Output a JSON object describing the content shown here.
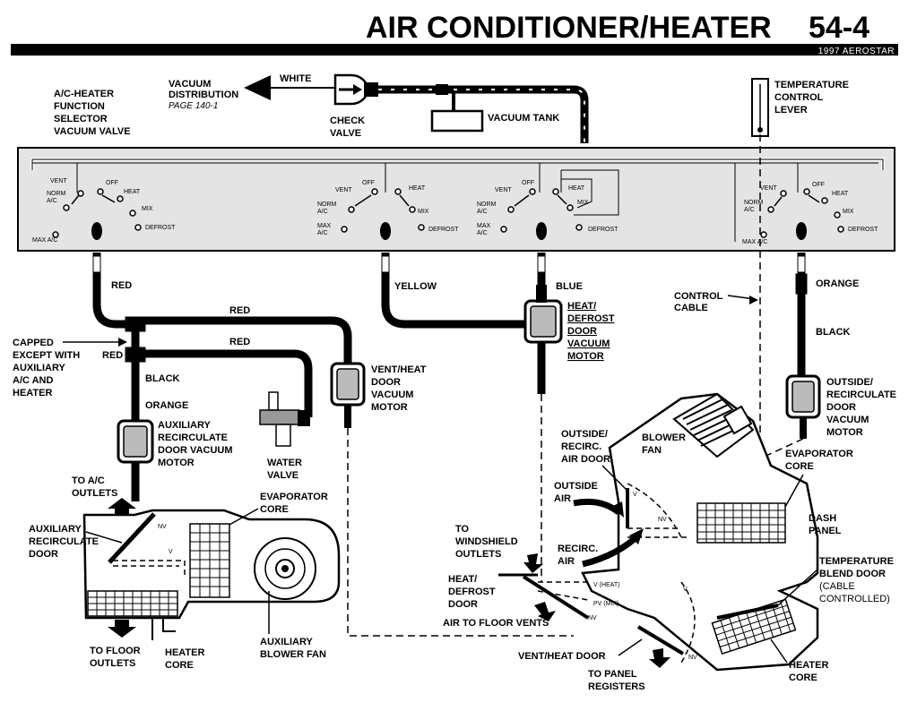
{
  "header": {
    "title": "AIR CONDITIONER/HEATER",
    "page_number": "54-4",
    "subtitle": "1997 AEROSTAR"
  },
  "labels": {
    "selector_valve": [
      "A/C-HEATER",
      "FUNCTION",
      "SELECTOR",
      "VACUUM VALVE"
    ],
    "vacuum_distribution": [
      "VACUUM",
      "DISTRIBUTION"
    ],
    "vacuum_distribution_page": "PAGE 140-1",
    "white": "WHITE",
    "check_valve": [
      "CHECK",
      "VALVE"
    ],
    "vacuum_tank": "VACUUM TANK",
    "temp_lever": [
      "TEMPERATURE",
      "CONTROL",
      "LEVER"
    ],
    "red_1": "RED",
    "red_2": "RED",
    "red_3": "RED",
    "red_4": "RED",
    "yellow": "YELLOW",
    "blue": "BLUE",
    "orange_1": "ORANGE",
    "orange_2": "ORANGE",
    "black_1": "BLACK",
    "black_2": "BLACK",
    "control_cable": [
      "CONTROL",
      "CABLE"
    ],
    "capped": [
      "CAPPED",
      "EXCEPT WITH",
      "AUXILIARY",
      "A/C AND",
      "HEATER"
    ],
    "heat_defrost_motor": [
      "HEAT/",
      "DEFROST",
      "DOOR",
      "VACUUM",
      "MOTOR"
    ],
    "vent_heat_motor": [
      "VENT/HEAT",
      "DOOR",
      "VACUUM",
      "MOTOR"
    ],
    "outside_recirc_motor": [
      "OUTSIDE/",
      "RECIRCULATE",
      "DOOR",
      "VACUUM",
      "MOTOR"
    ],
    "aux_recirc_motor": [
      "AUXILIARY",
      "RECIRCULATE",
      "DOOR VACUUM",
      "MOTOR"
    ],
    "water_valve": [
      "WATER",
      "VALVE"
    ],
    "to_ac_outlets": [
      "TO A/C",
      "OUTLETS"
    ],
    "evap_core_aux": [
      "EVAPORATOR",
      "CORE"
    ],
    "aux_recirc_door": [
      "AUXILIARY",
      "RECIRCULATE",
      "DOOR"
    ],
    "to_floor_outlets": [
      "TO FLOOR",
      "OUTLETS"
    ],
    "heater_core_aux": [
      "HEATER",
      "CORE"
    ],
    "aux_blower_fan": [
      "AUXILIARY",
      "BLOWER FAN"
    ],
    "outside_recirc_door": [
      "OUTSIDE/",
      "RECIRC.",
      "AIR DOOR"
    ],
    "blower_fan": [
      "BLOWER",
      "FAN"
    ],
    "evap_core_main": [
      "EVAPORATOR",
      "CORE"
    ],
    "outside_air": [
      "OUTSIDE",
      "AIR"
    ],
    "to_windshield": [
      "TO",
      "WINDSHIELD",
      "OUTLETS"
    ],
    "recirc_air": [
      "RECIRC.",
      "AIR"
    ],
    "dash_panel": [
      "DASH",
      "PANEL"
    ],
    "temp_blend_door": [
      "TEMPERATURE",
      "BLEND DOOR"
    ],
    "cable_controlled": [
      "(CABLE",
      "CONTROLLED)"
    ],
    "heat_defrost_door": [
      "HEAT/",
      "DEFROST",
      "DOOR"
    ],
    "air_to_floor": "AIR TO FLOOR VENTS",
    "vent_heat_door": "VENT/HEAT DOOR",
    "to_panel": [
      "TO PANEL",
      "REGISTERS"
    ],
    "heater_core_main": [
      "HEATER",
      "CORE"
    ],
    "v_heat": "V (HEAT)",
    "pv_mix": "PV (MIX)",
    "nv": "NV",
    "v": "V"
  },
  "selector_positions": {
    "vent": "VENT",
    "off": "OFF",
    "heat": "HEAT",
    "norm_ac": [
      "NORM",
      "A/C"
    ],
    "mix": "MIX",
    "max_ac": "MAX A/C",
    "max_ac_2": [
      "MAX",
      "A/C"
    ],
    "defrost": "DEFROST"
  }
}
